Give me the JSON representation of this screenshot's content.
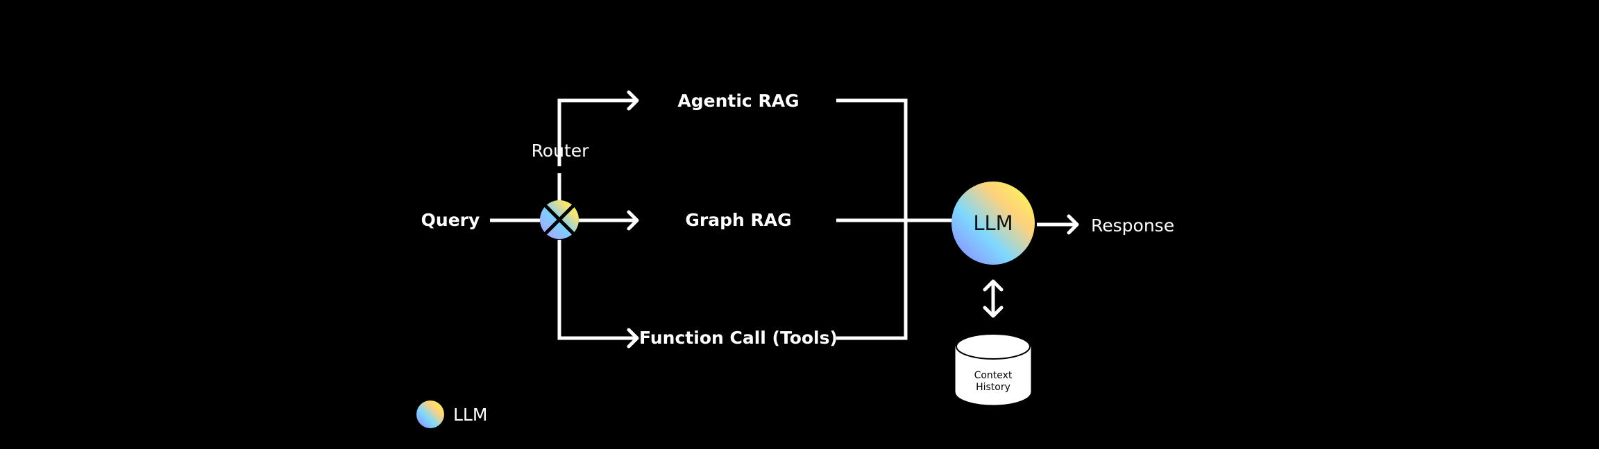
{
  "input": {
    "label": "Query"
  },
  "router": {
    "label": "Router",
    "icon": "router-x-icon"
  },
  "branches": [
    {
      "label": "Agentic RAG"
    },
    {
      "label": "Graph RAG"
    },
    {
      "label": "Function Call (Tools)"
    }
  ],
  "llm": {
    "label": "LLM",
    "gradient": [
      "#8f80ff",
      "#7dd8ff",
      "#ffd27d",
      "#f6ff4d"
    ]
  },
  "output": {
    "label": "Response"
  },
  "memory": {
    "line1": "Context",
    "line2": "History"
  },
  "legend": {
    "label": "LLM"
  },
  "colors": {
    "background": "#000000",
    "line": "#ffffff"
  }
}
